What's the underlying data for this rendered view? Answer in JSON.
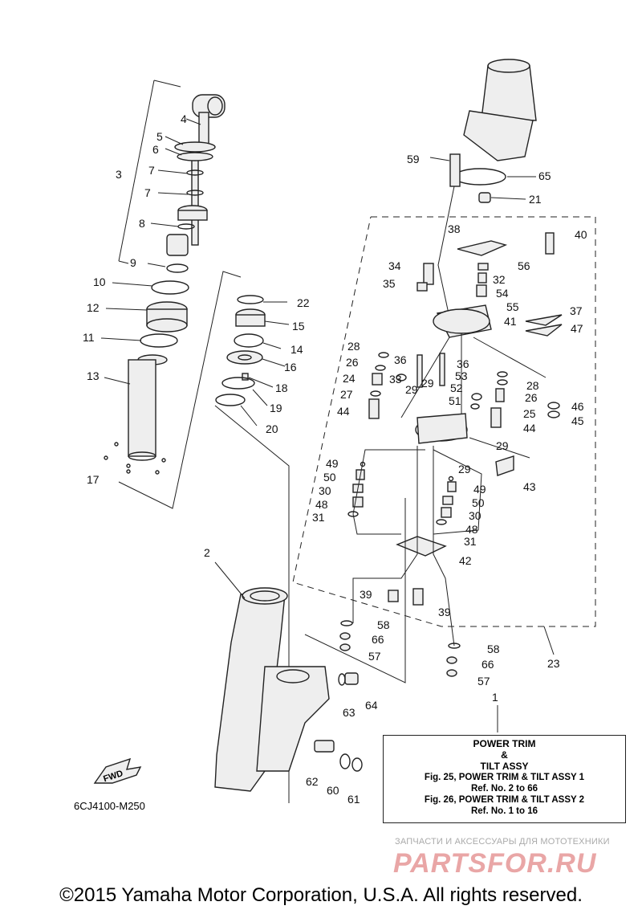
{
  "diagram_code": "6CJ4100-M250",
  "fwd_label": "FWD",
  "callouts": [
    "1",
    "2",
    "3",
    "4",
    "5",
    "6",
    "7",
    "7",
    "8",
    "9",
    "10",
    "11",
    "12",
    "13",
    "15",
    "14",
    "16",
    "17",
    "18",
    "19",
    "20",
    "21",
    "22",
    "23",
    "24",
    "25",
    "26",
    "26",
    "27",
    "28",
    "28",
    "29",
    "29",
    "29",
    "29",
    "30",
    "30",
    "31",
    "31",
    "32",
    "33",
    "34",
    "35",
    "36",
    "36",
    "37",
    "38",
    "39",
    "39",
    "40",
    "41",
    "42",
    "43",
    "44",
    "44",
    "45",
    "46",
    "47",
    "48",
    "48",
    "49",
    "49",
    "50",
    "50",
    "51",
    "52",
    "53",
    "54",
    "55",
    "56",
    "57",
    "57",
    "58",
    "58",
    "59",
    "60",
    "61",
    "62",
    "63",
    "64",
    "65",
    "66",
    "66"
  ],
  "ref_box": {
    "title_line1": "POWER TRIM",
    "title_line2": "&",
    "title_line3": "TILT ASSY",
    "fig1": "Fig. 25, POWER TRIM & TILT ASSY 1",
    "fig1_ref": "Ref. No. 2 to 66",
    "fig2": "Fig. 26, POWER TRIM & TILT ASSY 2",
    "fig2_ref": "Ref. No. 1 to 16"
  },
  "watermark": {
    "tagline": "ЗАПЧАСТИ И АКСЕССУАРЫ ДЛЯ МОТОТЕХНИКИ",
    "logo": "PARTSFOR.RU"
  },
  "copyright": "©2015 Yamaha Motor Corporation, U.S.A. All rights reserved."
}
